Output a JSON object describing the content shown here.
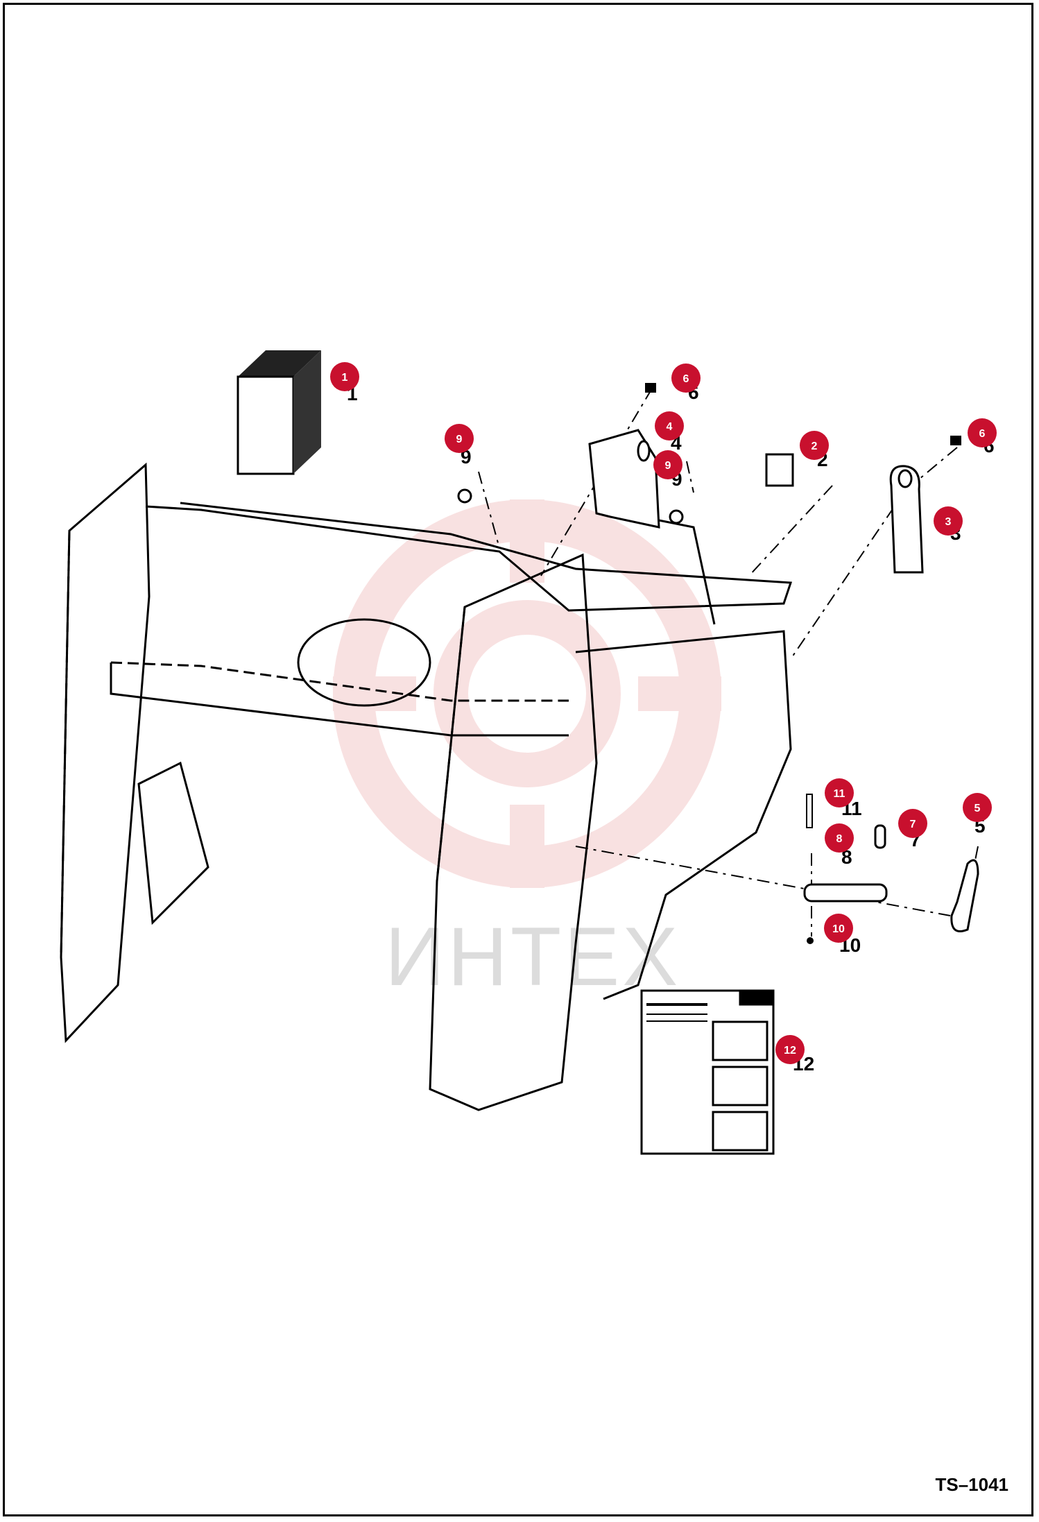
{
  "drawing": {
    "sheet_id": "TS–1041",
    "watermark_text": "ИНТЕХ",
    "callout_color": "#c8102e",
    "watermark_color": "#f3c9c9",
    "callouts": [
      {
        "id": "1"
      },
      {
        "id": "2"
      },
      {
        "id": "3"
      },
      {
        "id": "4"
      },
      {
        "id": "5"
      },
      {
        "id": "6"
      },
      {
        "id": "6"
      },
      {
        "id": "7"
      },
      {
        "id": "8"
      },
      {
        "id": "9"
      },
      {
        "id": "9"
      },
      {
        "id": "10"
      },
      {
        "id": "11"
      },
      {
        "id": "12"
      }
    ],
    "part_numbers": [
      "1",
      "2",
      "3",
      "4",
      "5",
      "6",
      "6",
      "7",
      "8",
      "9",
      "9",
      "10",
      "11",
      "12"
    ]
  }
}
